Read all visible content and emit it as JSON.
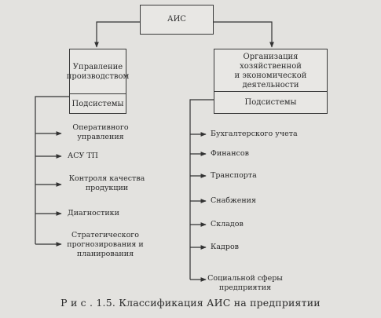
{
  "root": {
    "label": "АИС"
  },
  "left_branch": {
    "title": "Управление\nпроизводством",
    "subsystems_label": "Подсистемы",
    "items": [
      "Оперативного\nуправления",
      "АСУ ТП",
      "Контроля качества\nпродукции",
      "Диагностики",
      "Стратегического\nпрогнозирования и\nпланирования"
    ]
  },
  "right_branch": {
    "title": "Организация хозяйственной\nи экономической\nдеятельности",
    "subsystems_label": "Подсистемы",
    "items": [
      "Бухгалтерского учета",
      "Финансов",
      "Транспорта",
      "Снабжения",
      "Складов",
      "Кадров",
      "Социальной сферы\nпредприятия"
    ]
  },
  "caption": "Р и с . 1.5. Классификация АИС на предприятии"
}
